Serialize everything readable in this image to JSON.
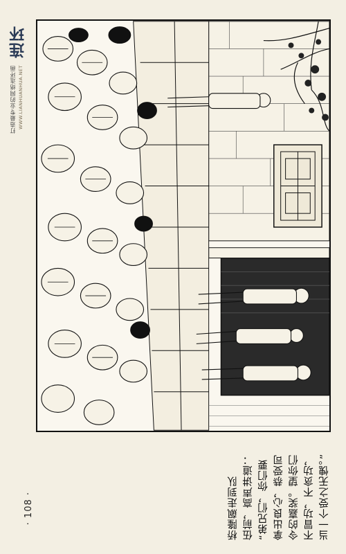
{
  "brand": {
    "logo_text": "连环",
    "url": "WWW.LIANHUANHUA.NET",
    "slogan": "打造最专业的网络连环画"
  },
  "illustration": {
    "icon": "woodcut-illustration"
  },
  "caption": {
    "lines": [
      "桥隆飙走到队",
      "伍前，高声讲道：",
      "“弟兄们，你们要",
      "拿出良心，恭受司",
      "令的嘉奖。望你们",
      "不冒功，不贪功，",
      "当一个受之无愧。”"
    ]
  },
  "page": {
    "number": "· 108 ·"
  }
}
